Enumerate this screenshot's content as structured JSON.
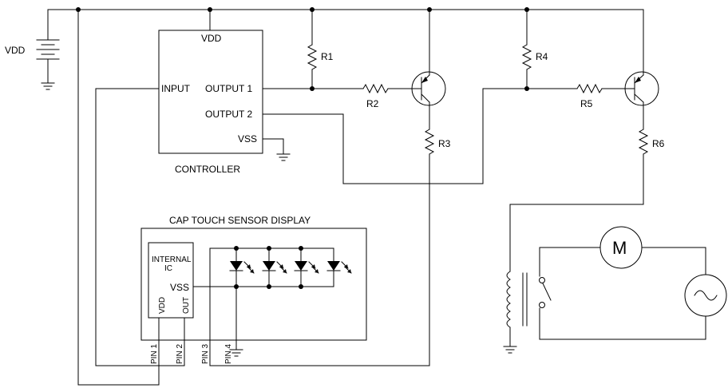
{
  "labels": {
    "vdd_supply": "VDD",
    "controller_vdd": "VDD",
    "input": "INPUT",
    "output1": "OUTPUT 1",
    "output2": "OUTPUT 2",
    "vss": "VSS",
    "controller": "CONTROLLER",
    "r1": "R1",
    "r2": "R2",
    "r3": "R3",
    "r4": "R4",
    "r5": "R5",
    "r6": "R6",
    "display_title": "CAP TOUCH SENSOR DISPLAY",
    "internal_ic_line1": "INTERNAL",
    "internal_ic_line2": "IC",
    "ic_vss": "VSS",
    "ic_vdd": "VDD",
    "ic_out": "OUT",
    "pin1": "PIN 1",
    "pin2": "PIN 2",
    "pin3": "PIN 3",
    "pin4": "PIN 4",
    "motor": "M"
  },
  "component_icons": [
    "battery-icon",
    "ground-icon",
    "resistor-icon",
    "pnp-transistor-icon",
    "led-icon",
    "relay-coil-icon",
    "relay-switch-icon",
    "motor-icon",
    "ac-source-icon"
  ]
}
